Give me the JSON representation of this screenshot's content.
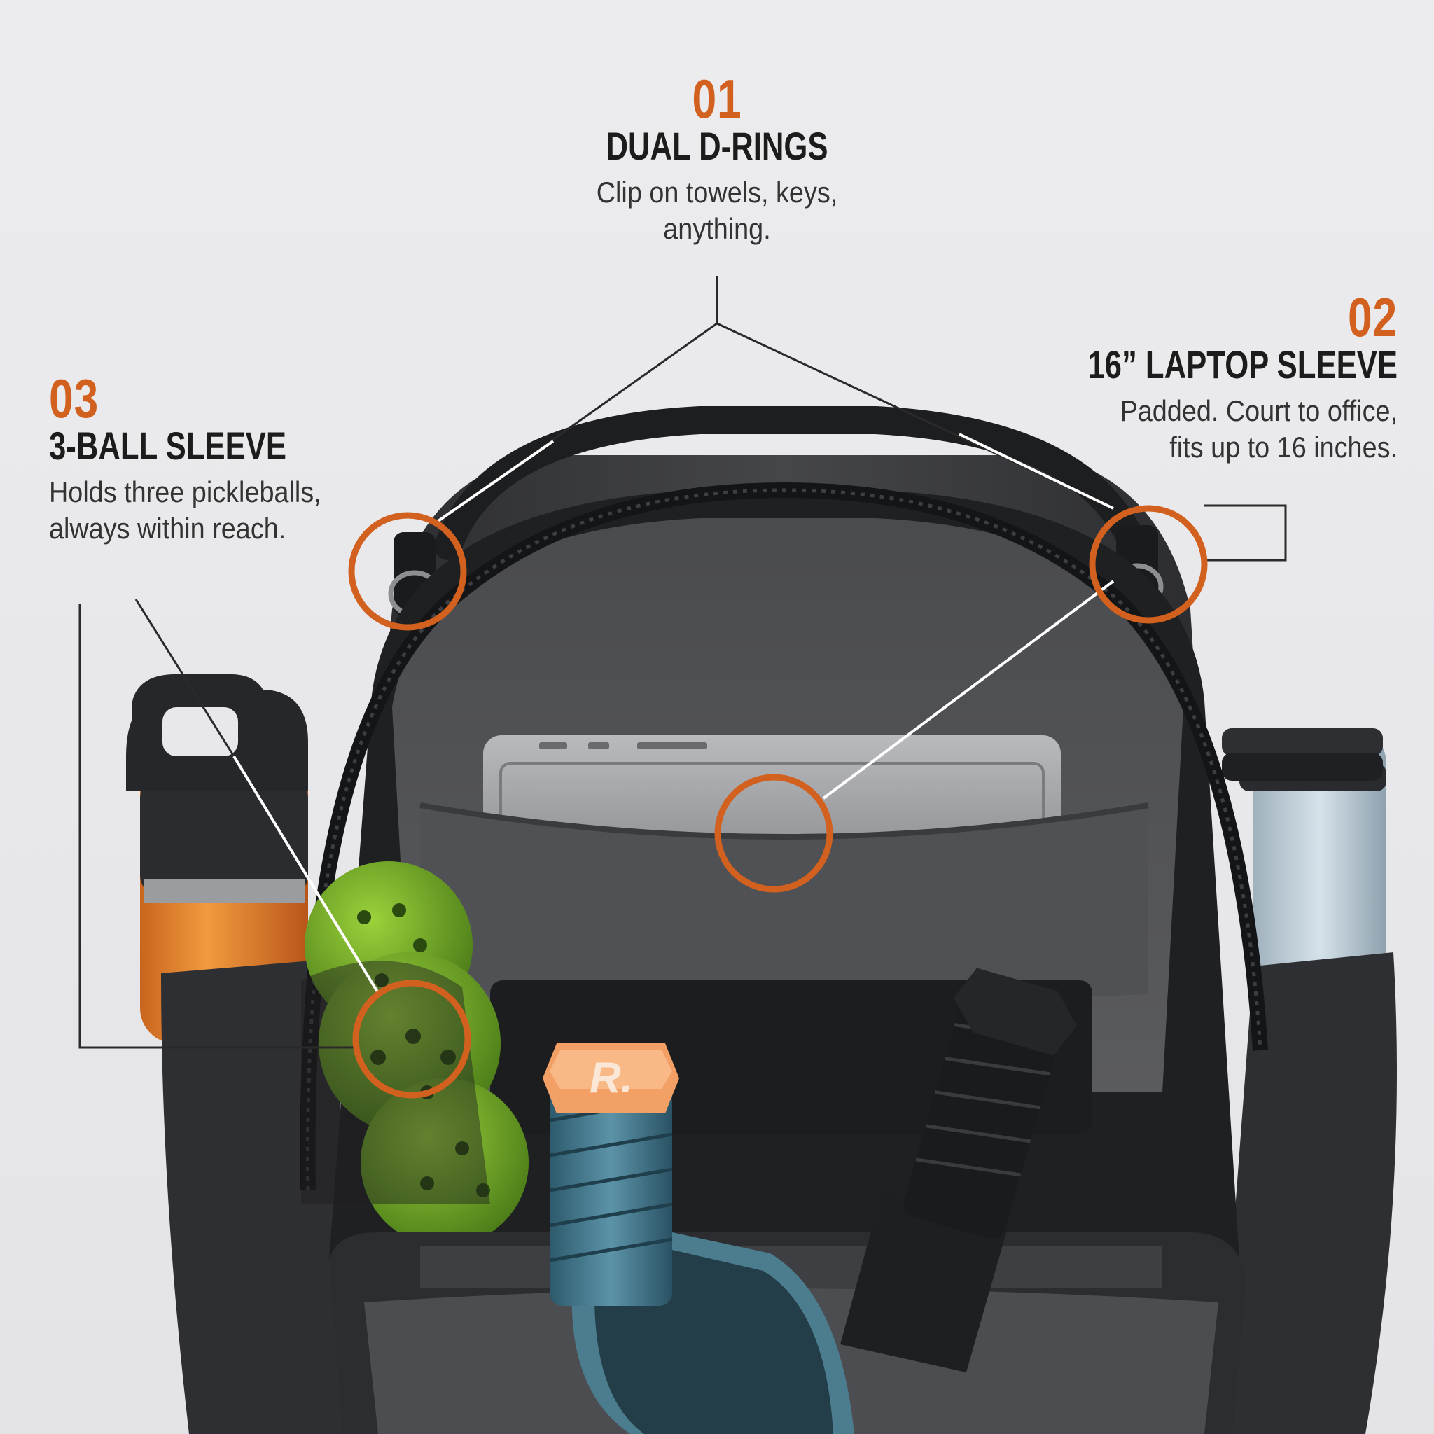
{
  "colors": {
    "accent": "#d2601e",
    "heading": "#1c1c1c",
    "body_text": "#333333",
    "background": "#e9e9ec",
    "bag": "#3a3b3e"
  },
  "callouts": {
    "dual_d_rings": {
      "number": "01",
      "title": "DUAL D-RINGS",
      "lines": [
        "Clip on towels, keys,",
        "anything."
      ]
    },
    "laptop_sleeve": {
      "number": "02",
      "title": "16” LAPTOP SLEEVE",
      "lines": [
        "Padded. Court to office,",
        "fits up to 16 inches."
      ]
    },
    "ball_sleeve": {
      "number": "03",
      "title": "3-BALL SLEEVE",
      "lines": [
        "Holds three pickleballs,",
        "always within reach."
      ]
    }
  },
  "paddle_cap": {
    "text": "R."
  }
}
